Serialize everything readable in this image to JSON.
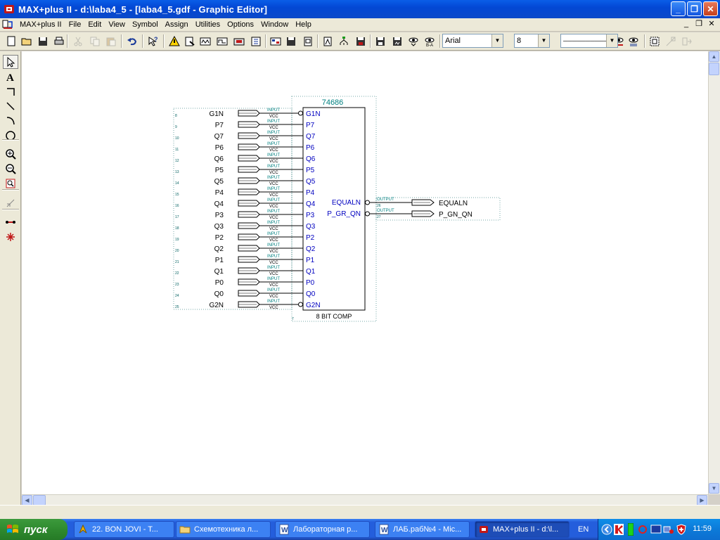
{
  "window": {
    "title": "MAX+plus II - d:\\laba4_5 - [laba4_5.gdf - Graphic Editor]",
    "minimize_glyph": "_",
    "restore_glyph": "❐",
    "close_glyph": "✕"
  },
  "menubar": {
    "items": [
      "MAX+plus II",
      "File",
      "Edit",
      "View",
      "Symbol",
      "Assign",
      "Utilities",
      "Options",
      "Window",
      "Help"
    ],
    "mdi_minimize": "_",
    "mdi_restore": "❐",
    "mdi_close": "✕"
  },
  "toolbar": {
    "font_combo": "Arial",
    "size_combo": "8",
    "line_combo": "──────────",
    "buttons": [
      "new-icon",
      "open-icon",
      "save-icon",
      "print-icon",
      "cut-icon",
      "copy-icon",
      "paste-icon",
      "undo-icon",
      "context-help-icon",
      "warning-icon",
      "compile-icon",
      "simulate-icon",
      "timing-icon",
      "programmer-icon",
      "hierarchy-icon",
      "floorplan-icon",
      "project-save-icon",
      "symbol-icon",
      "include-icon",
      "chip-icon",
      "save-check-icon",
      "save-compile-icon",
      "save-simulate-icon",
      "find-eye-icon",
      "find-node-icon",
      "find-connect-icon",
      "find-label-icon",
      "ruler-icon",
      "rubberband-icon",
      "snap-icon"
    ]
  },
  "palette": {
    "tools": [
      "pointer-icon",
      "text-icon",
      "orthogonal-line-icon",
      "diagonal-line-icon",
      "arc-icon",
      "circle-icon",
      "zoom-in-icon",
      "zoom-out-icon",
      "fit-window-icon",
      "snap-grid-icon",
      "connect-icon",
      "disconnect-icon"
    ]
  },
  "schematic": {
    "component": {
      "name": "74686",
      "description": "8 BIT COMP",
      "ref_number": "7",
      "input_pins": [
        "G1N",
        "P7",
        "Q7",
        "P6",
        "Q6",
        "P5",
        "Q5",
        "P4",
        "Q4",
        "P3",
        "Q3",
        "P2",
        "Q2",
        "P1",
        "Q1",
        "P0",
        "Q0",
        "G2N"
      ],
      "output_pins": [
        "EQUALN",
        "P_GR_QN"
      ]
    },
    "inputs": [
      {
        "name": "G1N",
        "num": "8"
      },
      {
        "name": "P7",
        "num": "9"
      },
      {
        "name": "Q7",
        "num": "10"
      },
      {
        "name": "P6",
        "num": "11"
      },
      {
        "name": "Q6",
        "num": "12"
      },
      {
        "name": "P5",
        "num": "13"
      },
      {
        "name": "Q5",
        "num": "14"
      },
      {
        "name": "P4",
        "num": "15"
      },
      {
        "name": "Q4",
        "num": "16"
      },
      {
        "name": "P3",
        "num": "17"
      },
      {
        "name": "Q3",
        "num": "18"
      },
      {
        "name": "P2",
        "num": "19"
      },
      {
        "name": "Q2",
        "num": "20"
      },
      {
        "name": "P1",
        "num": "21"
      },
      {
        "name": "Q1",
        "num": "22"
      },
      {
        "name": "P0",
        "num": "23"
      },
      {
        "name": "Q0",
        "num": "24"
      },
      {
        "name": "G2N",
        "num": "25"
      }
    ],
    "input_label": "INPUT",
    "vcc_label": "VCC",
    "outputs": [
      {
        "name": "EQUALN",
        "num": "26"
      },
      {
        "name": "P_GN_QN",
        "num": "27"
      }
    ],
    "output_label": "OUTPUT"
  },
  "taskbar": {
    "start_label": "пуск",
    "tasks": [
      {
        "label": "22. BON JOVI - T...",
        "icon": "winamp-icon"
      },
      {
        "label": "Схемотехника л...",
        "icon": "folder-icon"
      },
      {
        "label": "Лабораторная р...",
        "icon": "word-icon"
      },
      {
        "label": "ЛАБ.раб№4 - Mic...",
        "icon": "word-icon"
      },
      {
        "label": "MAX+plus II - d:\\l...",
        "icon": "maxplus-icon"
      }
    ],
    "language": "EN",
    "clock": "11:59"
  },
  "colors": {
    "pin_blue": "#0000c0",
    "title_teal": "#008080",
    "num_teal": "#006060",
    "dotted": "#7aa",
    "input_label": "#008080"
  }
}
